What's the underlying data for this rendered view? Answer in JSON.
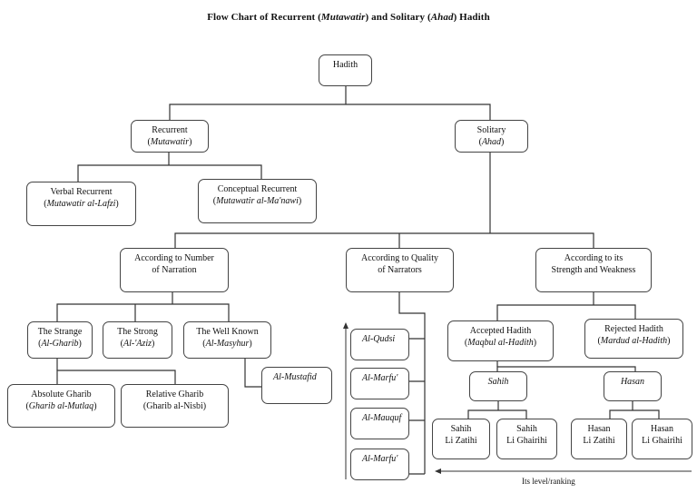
{
  "title": {
    "parts": [
      {
        "text": "Flow Chart of Recurrent (",
        "italic": false
      },
      {
        "text": "Mutawatir",
        "italic": true
      },
      {
        "text": ") and Solitary (",
        "italic": false
      },
      {
        "text": "Ahad",
        "italic": true
      },
      {
        "text": ") Hadith",
        "italic": false
      }
    ]
  },
  "colors": {
    "line": "#333333",
    "border": "#444444",
    "background": "#ffffff"
  },
  "nodes": {
    "hadith": {
      "l1": "Hadith",
      "l2": ""
    },
    "recurrent": {
      "l1": "Recurrent",
      "l2": "(Mutawatir)",
      "l2_italic_core": "Mutawatir"
    },
    "solitary": {
      "l1": "Solitary",
      "l2": "(Ahad)",
      "l2_italic_core": "Ahad"
    },
    "verbal": {
      "l1": "Verbal Recurrent",
      "l2": "(Mutawatir al-Lafzi)",
      "l2_italic_core": "Mutawatir al-Lafzi"
    },
    "conceptual": {
      "l1": "Conceptual Recurrent",
      "l2": "(Mutawatir al-Ma'nawi)",
      "l2_italic_core": "Mutawatir al-Ma'nawi"
    },
    "number": {
      "l1": "According to Number",
      "l2": "of Narration"
    },
    "quality": {
      "l1": "According to Quality",
      "l2": "of Narrators"
    },
    "strength": {
      "l1": "According to its",
      "l2": "Strength and Weakness"
    },
    "strange": {
      "l1": "The Strange",
      "l2": "(Al-Gharib)",
      "l2_italic_core": "Al-Gharib"
    },
    "strong": {
      "l1": "The Strong",
      "l2": "(Al-'Aziz)",
      "l2_italic_core": "Al-'Aziz"
    },
    "wellknown": {
      "l1": "The Well Known",
      "l2": "(Al-Masyhur)",
      "l2_italic_core": "Al-Masyhur"
    },
    "mustafid": {
      "l1": "Al-Mustafid",
      "l2": "",
      "italic": true
    },
    "absolute": {
      "l1": "Absolute Gharib",
      "l2": "(Gharib al-Mutlaq)",
      "l2_italic_core": "Gharib al-Mutlaq"
    },
    "relative": {
      "l1": "Relative Gharib",
      "l2": "(Gharib al-Nisbi)"
    },
    "qudsi": {
      "l1": "Al-Qudsi",
      "l2": "",
      "italic": true
    },
    "marfu1": {
      "l1": "Al-Marfu'",
      "l2": "",
      "italic": true
    },
    "mauquf": {
      "l1": "Al-Mauquf",
      "l2": "",
      "italic": true
    },
    "marfu2": {
      "l1": "Al-Marfu'",
      "l2": "",
      "italic": true
    },
    "accepted": {
      "l1": "Accepted Hadith",
      "l2": "(Maqbul al-Hadith)",
      "l2_italic_core": "Maqbul al-Hadith"
    },
    "rejected": {
      "l1": "Rejected Hadith",
      "l2": "(Mardud al-Hadith)",
      "l2_italic_core": "Mardud al-Hadith"
    },
    "sahih": {
      "l1": "Sahih",
      "l2": "",
      "italic": true
    },
    "hasan": {
      "l1": "Hasan",
      "l2": "",
      "italic": true
    },
    "sahih_zatihi": {
      "l1": "Sahih",
      "l2": "Li Zatihi"
    },
    "sahih_ghairihi": {
      "l1": "Sahih",
      "l2": "Li Ghairihi"
    },
    "hasan_zatihi": {
      "l1": "Hasan",
      "l2": "Li Zatihi"
    },
    "hasan_ghairihi": {
      "l1": "Hasan",
      "l2": "Li Ghairihi"
    }
  },
  "edges": [
    [
      "hadith",
      "recurrent"
    ],
    [
      "hadith",
      "solitary"
    ],
    [
      "recurrent",
      "verbal"
    ],
    [
      "recurrent",
      "conceptual"
    ],
    [
      "solitary",
      "number"
    ],
    [
      "solitary",
      "quality"
    ],
    [
      "solitary",
      "strength"
    ],
    [
      "number",
      "strange"
    ],
    [
      "number",
      "strong"
    ],
    [
      "number",
      "wellknown"
    ],
    [
      "wellknown",
      "mustafid"
    ],
    [
      "strange",
      "absolute"
    ],
    [
      "strange",
      "relative"
    ],
    [
      "quality",
      "qudsi"
    ],
    [
      "quality",
      "marfu1"
    ],
    [
      "quality",
      "mauquf"
    ],
    [
      "quality",
      "marfu2"
    ],
    [
      "strength",
      "accepted"
    ],
    [
      "strength",
      "rejected"
    ],
    [
      "accepted",
      "sahih"
    ],
    [
      "accepted",
      "hasan"
    ],
    [
      "sahih",
      "sahih_zatihi"
    ],
    [
      "sahih",
      "sahih_ghairihi"
    ],
    [
      "hasan",
      "hasan_zatihi"
    ],
    [
      "hasan",
      "hasan_ghairihi"
    ]
  ],
  "ranking": {
    "label": "Its level/ranking"
  }
}
